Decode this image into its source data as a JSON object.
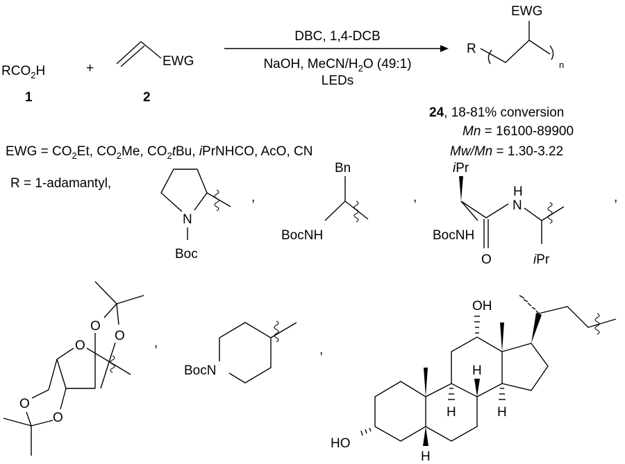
{
  "reaction": {
    "reactant1": {
      "formula_main": "RCO",
      "formula_sub": "2",
      "formula_end": "H",
      "number": "1"
    },
    "plus": "+",
    "reactant2": {
      "group": "EWG",
      "number": "2"
    },
    "conditions": {
      "line1": "DBC, 1,4-DCB",
      "line2_a": "NaOH, MeCN/H",
      "line2_sub": "2",
      "line2_b": "O (49:1)",
      "line3": "LEDs"
    },
    "product": {
      "r_label": "R",
      "ewg_label": "EWG",
      "repeat_label": "n",
      "number": "24",
      "conversion": ", 18-81% conversion",
      "mn_label": "Mn",
      "mn_value": " = 16100-89900",
      "pdi_label": "Mw/Mn",
      "pdi_value": " = 1.30-3.22"
    }
  },
  "ewg_list": {
    "prefix": "EWG = CO",
    "s1": "2",
    "t1": "Et, CO",
    "s2": "2",
    "t2": "Me, CO",
    "s3": "2",
    "t3i": "t",
    "t3": "Bu, ",
    "t4i": "i",
    "t4": "PrNHCO, AcO, CN"
  },
  "r_groups": {
    "prefix": "R = 1-adamantyl,",
    "separator": ",",
    "prolinyl": {
      "n": "N",
      "boc": "Boc"
    },
    "phenylalaninyl": {
      "bn": "Bn",
      "bocnh": "BocNH"
    },
    "dipeptide": {
      "ipr_i": "i",
      "ipr": "Pr",
      "bocnh": "BocNH",
      "h": "H",
      "n": "N",
      "o": "O"
    },
    "sugar": {
      "o": "O"
    },
    "piperidinyl": {
      "bocn": "BocN"
    },
    "cholic": {
      "oh": "OH",
      "ho": "HO",
      "h": "H"
    }
  }
}
